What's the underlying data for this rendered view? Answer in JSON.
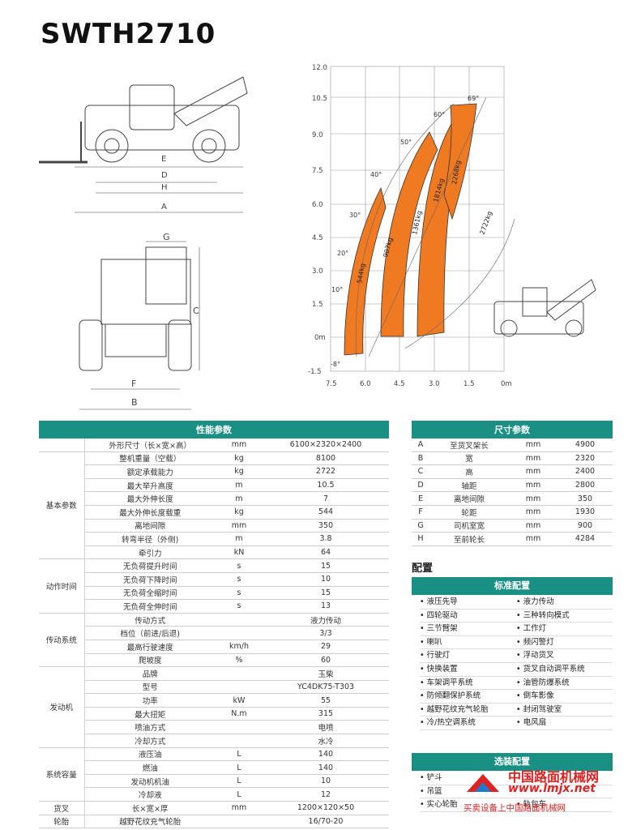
{
  "model": "SWTH2710",
  "diagram": {
    "side_labels": [
      "E",
      "D",
      "H",
      "A"
    ],
    "front_labels": [
      "G",
      "C",
      "F",
      "B"
    ],
    "y_ticks": [
      "12.0",
      "10.5",
      "9.0",
      "7.5",
      "6.0",
      "4.5",
      "3.0",
      "1.5",
      "0m",
      "-1.5"
    ],
    "x_ticks": [
      "7.5",
      "6.0",
      "4.5",
      "3.0",
      "1.5",
      "0m"
    ],
    "angles": [
      "69°",
      "60°",
      "50°",
      "40°",
      "30°",
      "20°",
      "10°",
      "-8°"
    ],
    "loads": [
      "544kg",
      "907kg",
      "1361kg",
      "1814kg",
      "2268kg",
      "2722kg"
    ]
  },
  "perf": {
    "header": "性能参数",
    "rows": [
      {
        "g": "",
        "n": "外形尺寸（长×宽×高）",
        "u": "mm",
        "v": "6100×2320×2400"
      },
      {
        "g": "基本参数",
        "n": "整机重量（空载）",
        "u": "kg",
        "v": "8100"
      },
      {
        "g": "",
        "n": "额定承载能力",
        "u": "kg",
        "v": "2722"
      },
      {
        "g": "",
        "n": "最大举升高度",
        "u": "m",
        "v": "10.5"
      },
      {
        "g": "",
        "n": "最大外伸长度",
        "u": "m",
        "v": "7"
      },
      {
        "g": "",
        "n": "最大外伸长度载重",
        "u": "kg",
        "v": "544"
      },
      {
        "g": "",
        "n": "离地间隙",
        "u": "mm",
        "v": "350"
      },
      {
        "g": "",
        "n": "转弯半径（外侧)",
        "u": "m",
        "v": "3.8"
      },
      {
        "g": "",
        "n": "牵引力",
        "u": "kN",
        "v": "64"
      },
      {
        "g": "动作时间",
        "n": "无负荷提升时间",
        "u": "s",
        "v": "15"
      },
      {
        "g": "",
        "n": "无负荷下降时间",
        "u": "s",
        "v": "10"
      },
      {
        "g": "",
        "n": "无负荷全缩时间",
        "u": "s",
        "v": "15"
      },
      {
        "g": "",
        "n": "无负荷全伸时间",
        "u": "s",
        "v": "13"
      },
      {
        "g": "传动系统",
        "n": "传动方式",
        "u": "",
        "v": "液力传动"
      },
      {
        "g": "",
        "n": "档位（前进/后退)",
        "u": "",
        "v": "3/3"
      },
      {
        "g": "",
        "n": "最高行驶速度",
        "u": "km/h",
        "v": "29"
      },
      {
        "g": "",
        "n": "爬坡度",
        "u": "%",
        "v": "60"
      },
      {
        "g": "发动机",
        "n": "品牌",
        "u": "",
        "v": "玉柴"
      },
      {
        "g": "",
        "n": "型号",
        "u": "",
        "v": "YC4DK75-T303"
      },
      {
        "g": "",
        "n": "功率",
        "u": "kW",
        "v": "55"
      },
      {
        "g": "",
        "n": "最大扭矩",
        "u": "N.m",
        "v": "315"
      },
      {
        "g": "",
        "n": "喷油方式",
        "u": "",
        "v": "电喷"
      },
      {
        "g": "",
        "n": "冷却方式",
        "u": "",
        "v": "水冷"
      },
      {
        "g": "系统容量",
        "n": "液压油",
        "u": "L",
        "v": "140"
      },
      {
        "g": "",
        "n": "燃油",
        "u": "L",
        "v": "140"
      },
      {
        "g": "",
        "n": "发动机机油",
        "u": "L",
        "v": "10"
      },
      {
        "g": "",
        "n": "冷却液",
        "u": "L",
        "v": "12"
      },
      {
        "g": "货叉",
        "n": "长×宽×厚",
        "u": "mm",
        "v": "1200×120×50"
      },
      {
        "g": "轮胎",
        "n": "越野花纹充气轮胎",
        "u": "",
        "v": "16/70-20"
      }
    ]
  },
  "dims": {
    "header": "尺寸参数",
    "rows": [
      {
        "k": "A",
        "n": "至货叉架长",
        "u": "mm",
        "v": "4900"
      },
      {
        "k": "B",
        "n": "宽",
        "u": "mm",
        "v": "2320"
      },
      {
        "k": "C",
        "n": "高",
        "u": "mm",
        "v": "2400"
      },
      {
        "k": "D",
        "n": "轴距",
        "u": "mm",
        "v": "2800"
      },
      {
        "k": "E",
        "n": "离地间隙",
        "u": "mm",
        "v": "350"
      },
      {
        "k": "F",
        "n": "轮距",
        "u": "mm",
        "v": "1930"
      },
      {
        "k": "G",
        "n": "司机室宽",
        "u": "mm",
        "v": "900"
      },
      {
        "k": "H",
        "n": "至前轮长",
        "u": "mm",
        "v": "4284"
      }
    ]
  },
  "config": {
    "title": "配置",
    "standard_header": "标准配置",
    "standard": [
      [
        "液压先导",
        "液力传动"
      ],
      [
        "四轮驱动",
        "三种转向模式"
      ],
      [
        "三节臂架",
        "工作灯"
      ],
      [
        "喇叭",
        "频闪警灯"
      ],
      [
        "行驶灯",
        "浮动货叉"
      ],
      [
        "快换装置",
        "货叉自动调平系统"
      ],
      [
        "车架调平系统",
        "油管防爆系统"
      ],
      [
        "防倾翻保护系统",
        "倒车影像"
      ],
      [
        "越野花纹充气轮胎",
        "封闭驾驶室"
      ],
      [
        "冷/热空调系统",
        "电风扇"
      ]
    ],
    "optional_header": "选装配置",
    "optional": [
      [
        "铲斗",
        ""
      ],
      [
        "吊篮",
        ""
      ],
      [
        "实心轮胎",
        "轨包车"
      ]
    ]
  },
  "watermark": {
    "cn": "中国路面机械网",
    "url": "www.lmjx.net",
    "slogan": "买卖设备上中国路面机械网"
  },
  "colors": {
    "accent": "#1a8f83",
    "chart_fill": "#f07a22"
  }
}
